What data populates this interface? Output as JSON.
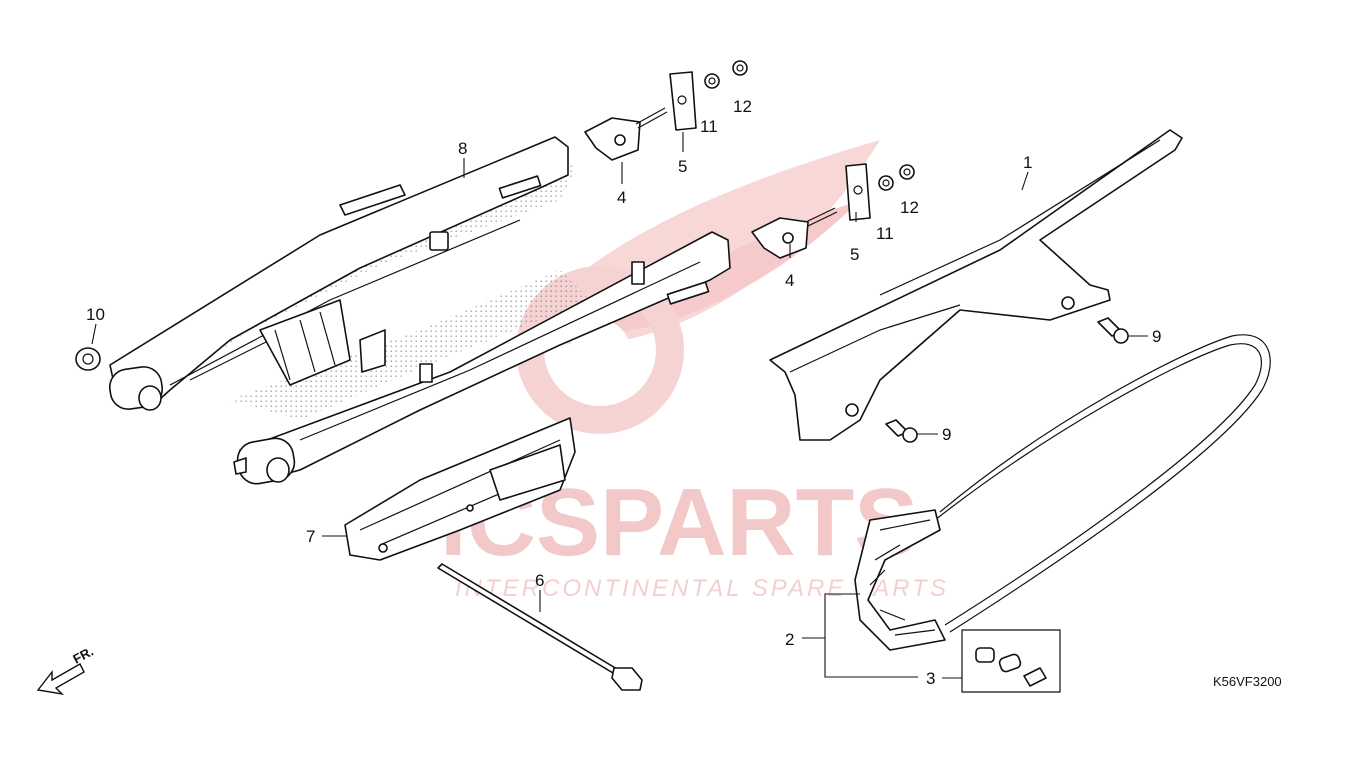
{
  "watermark": {
    "brand": "ICSPARTS",
    "tagline": "INTERCONTINENTAL SPARE PARTS",
    "color": "#e23a3a"
  },
  "callouts": {
    "p1": "1",
    "p2": "2",
    "p3": "3",
    "p4a": "4",
    "p4b": "4",
    "p5a": "5",
    "p5b": "5",
    "p6": "6",
    "p7": "7",
    "p8": "8",
    "p9a": "9",
    "p9b": "9",
    "p10": "10",
    "p11a": "11",
    "p11b": "11",
    "p12a": "12",
    "p12b": "12"
  },
  "direction_label": "FR.",
  "diagram_code": "K56VF3200",
  "icons": {
    "front_arrow": "front-direction-arrow-icon"
  }
}
